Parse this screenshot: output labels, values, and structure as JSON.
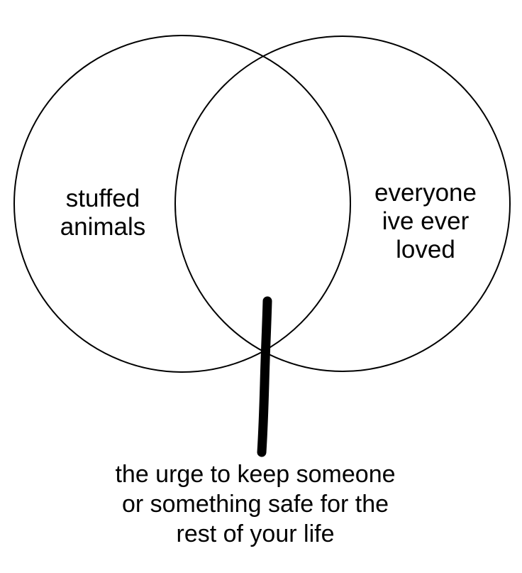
{
  "diagram": {
    "type": "venn",
    "left_set": {
      "label": "stuffed\nanimals"
    },
    "right_set": {
      "label": "everyone\nive ever\nloved"
    },
    "intersection": {
      "label": "the urge to keep someone\nor something safe for the\nrest of your life"
    },
    "colors": {
      "background": "#ffffff",
      "stroke": "#000000"
    }
  }
}
